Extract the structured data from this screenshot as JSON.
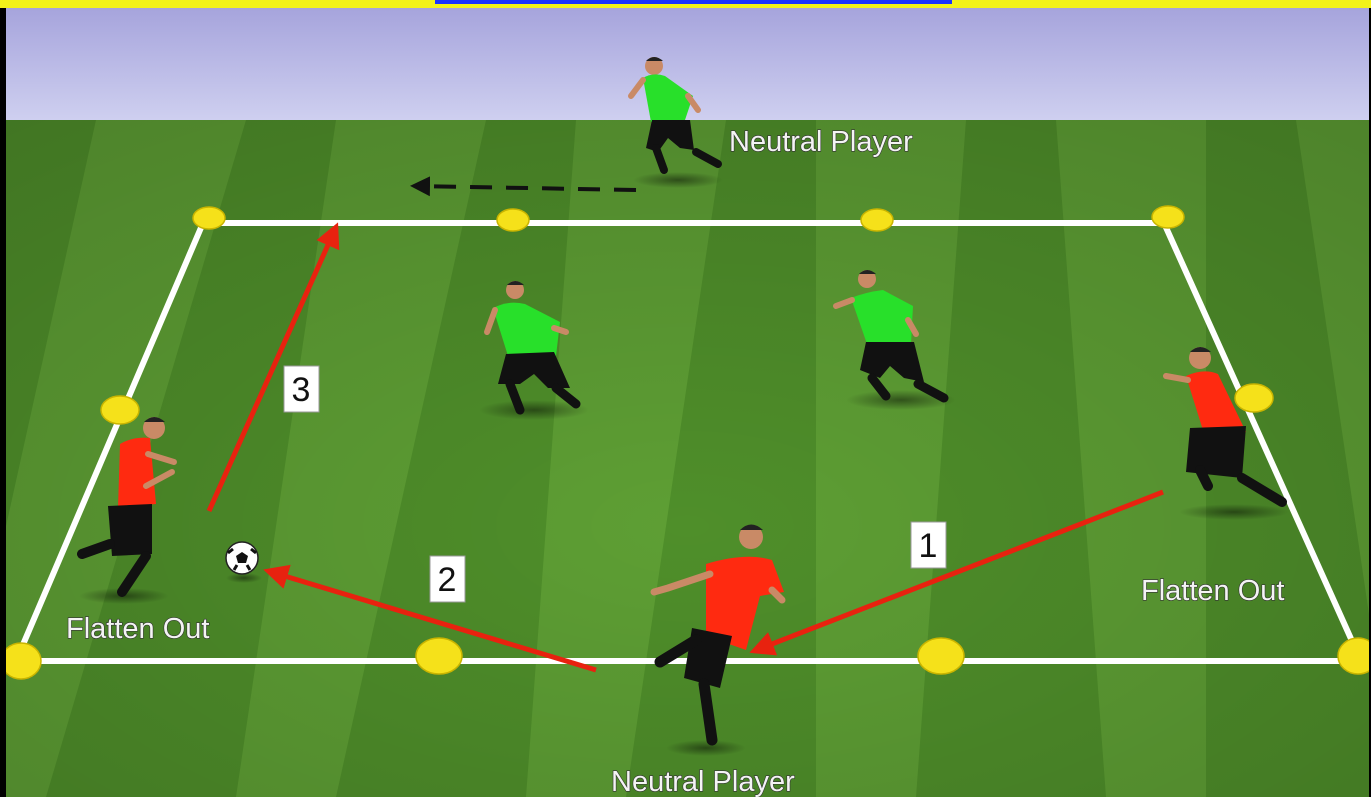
{
  "diagram": {
    "labels": {
      "neutral_top": "Neutral Player",
      "neutral_bottom": "Neutral Player",
      "flatten_left": "Flatten Out",
      "flatten_right": "Flatten Out"
    },
    "step_numbers": {
      "one": "1",
      "two": "2",
      "three": "3"
    },
    "colors": {
      "sky": "#b9b8e6",
      "grass_light": "#69a93a",
      "grass_dark": "#4f8f2a",
      "field_lines": "#ffffff",
      "cones": "#f5e11a",
      "team_red": "#ff2a10",
      "team_green": "#28e02a",
      "pass_arrow": "#e8220f",
      "run_arrow": "#111111",
      "frame_yellow": "#f2f21a",
      "frame_blue": "#1a33ff"
    }
  }
}
